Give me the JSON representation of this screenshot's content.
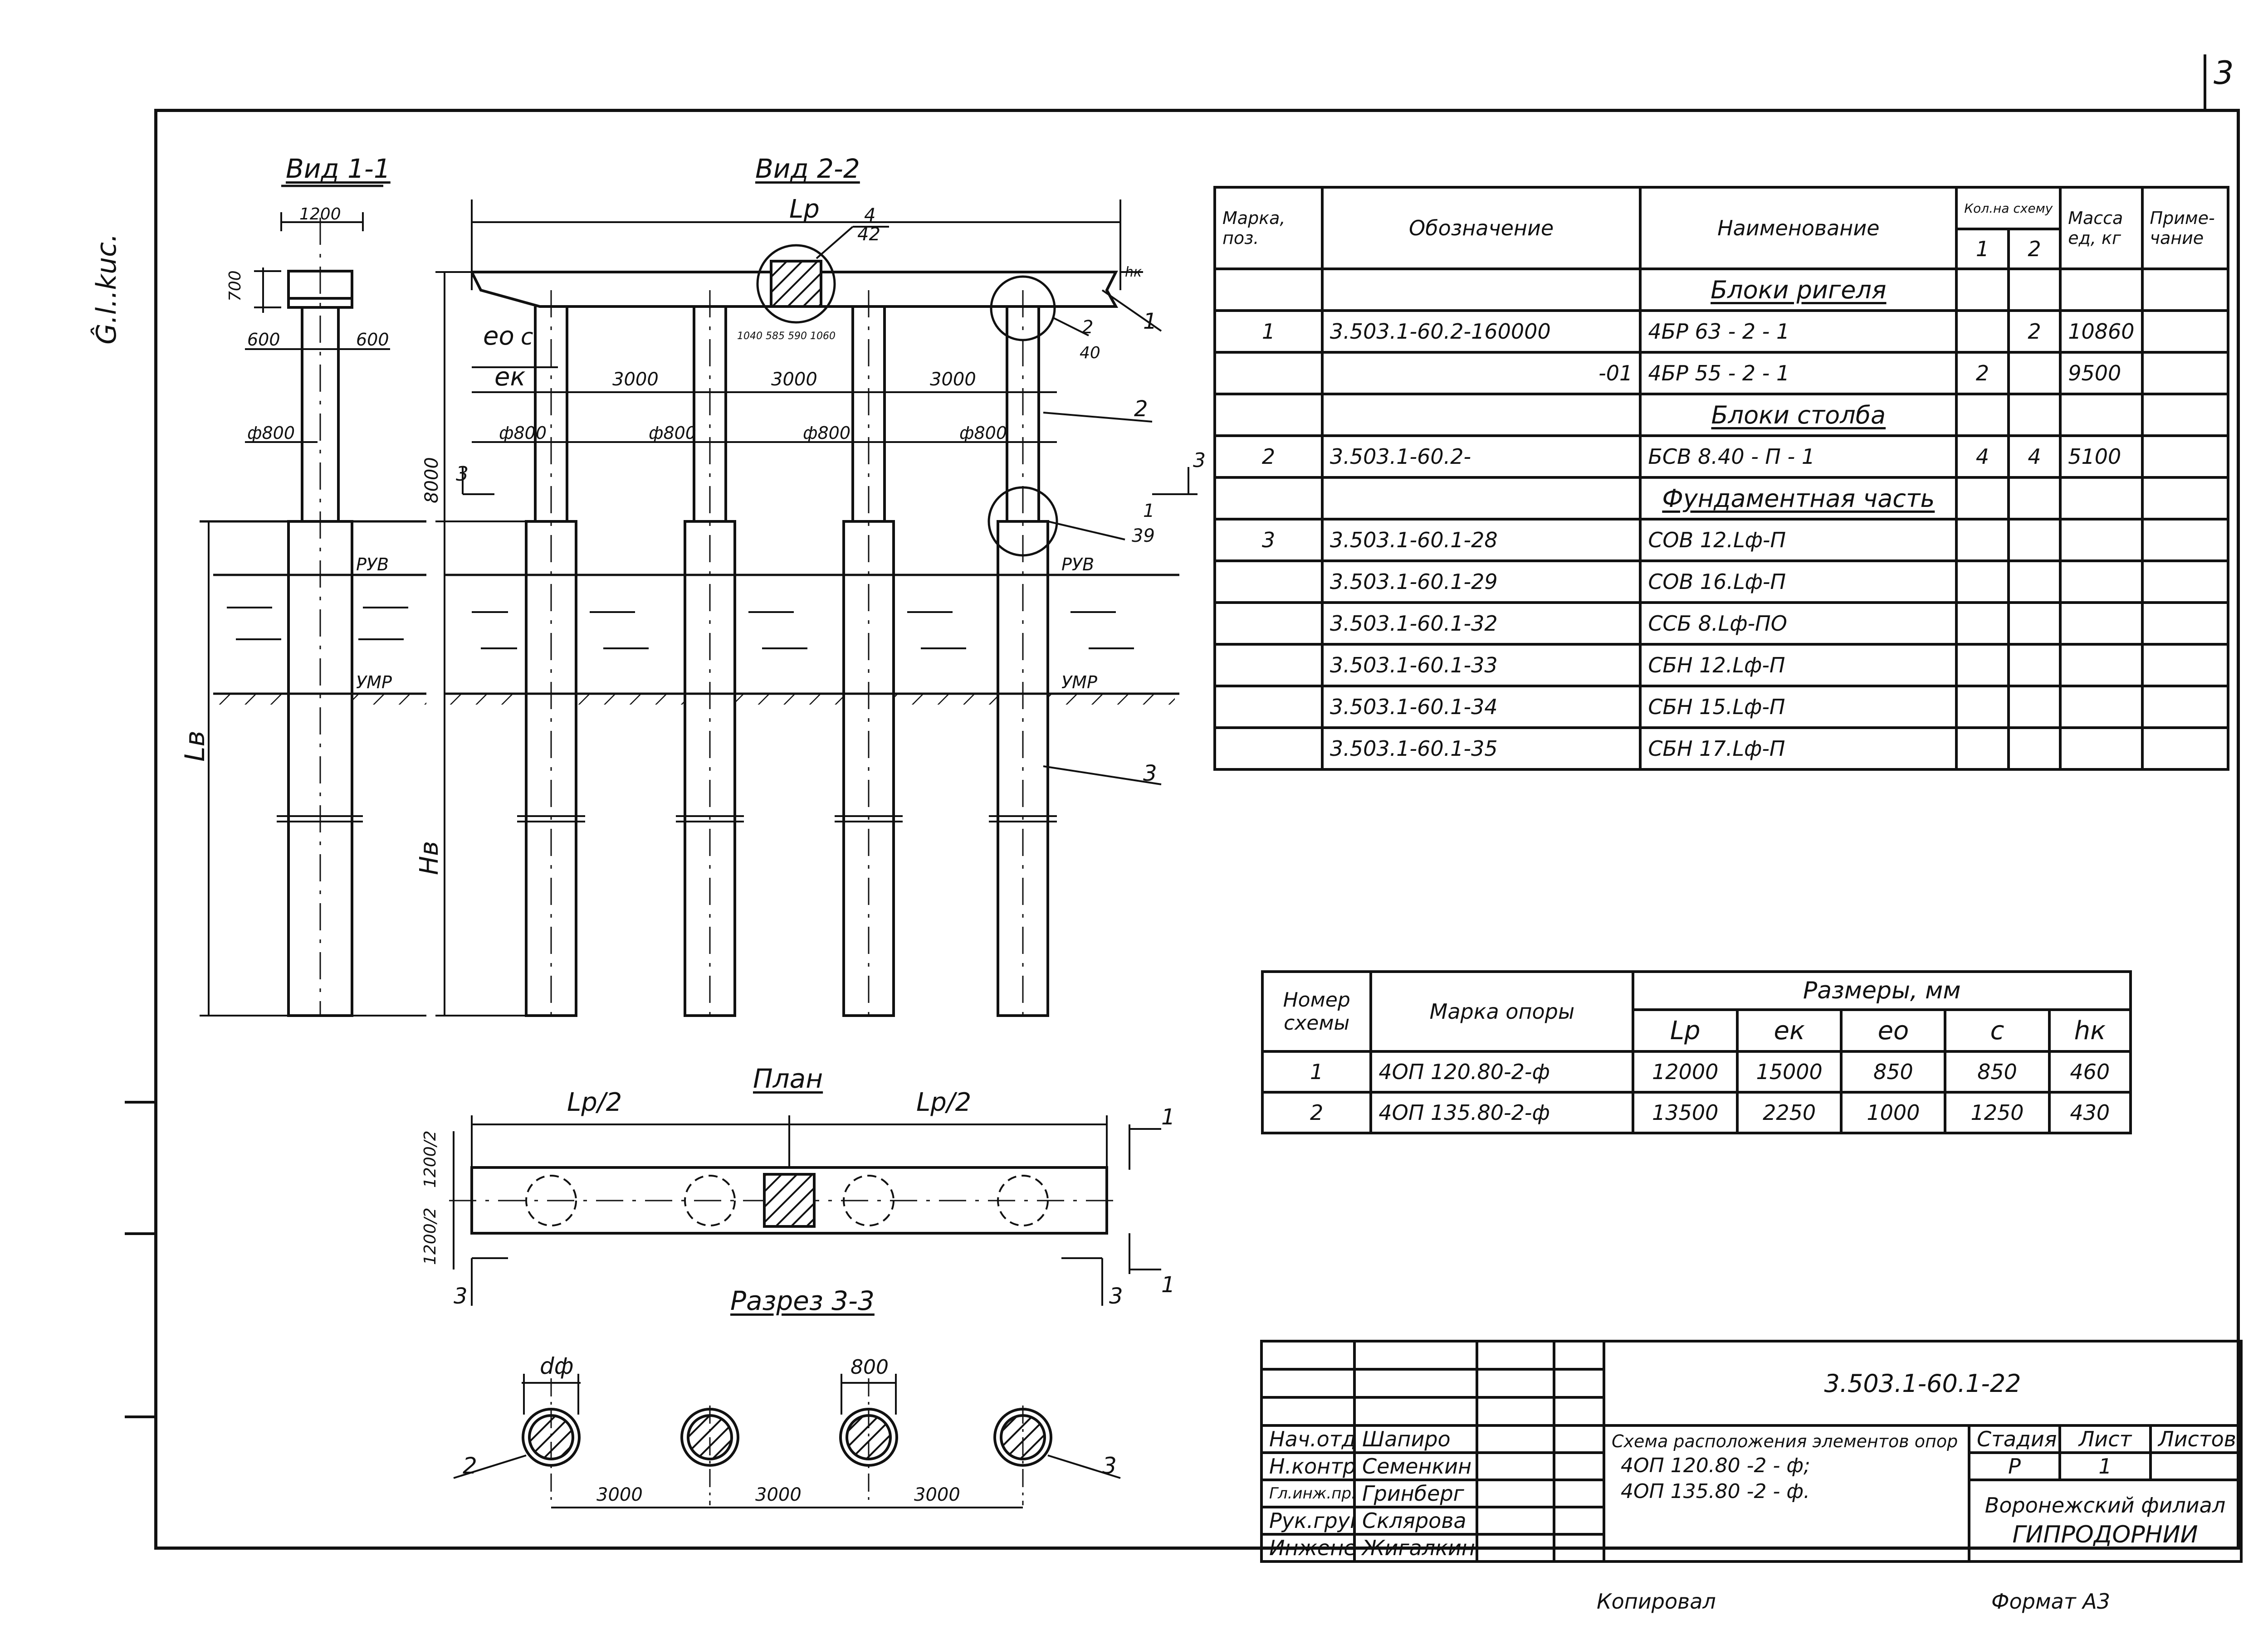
{
  "sheet": {
    "page_number": "3",
    "side_note": "Ĝ.l..kuc.",
    "bottom_copy": "Копировал",
    "bottom_format": "Формат A3"
  },
  "views": {
    "view1_title": "Вид 1-1",
    "view2_title": "Вид 2-2",
    "plan_title": "План",
    "section_title": "Разрез 3-3",
    "v1": {
      "w1200": "1200",
      "h700": "700",
      "d600a": "600",
      "d600b": "600",
      "phi": "ф800",
      "rub": "РУВ",
      "umr": "УМР",
      "lv": "Lв"
    },
    "v2": {
      "lp": "Lp",
      "eo": "eo",
      "c": "c",
      "ek": "eк",
      "s1": "3000",
      "s2": "3000",
      "s3": "3000",
      "phi1": "ф800",
      "phi2": "ф800",
      "phi3": "ф800",
      "phi4": "ф800",
      "h8000": "8000",
      "hv": "Hв",
      "rub": "РУВ",
      "umr": "УМР",
      "call_4": "4",
      "call_42": "42",
      "call_2": "2",
      "call_40": "40",
      "call_1": "1",
      "call_39": "39",
      "lead_1": "1",
      "lead_2": "2",
      "lead_3": "3",
      "hk": "hк",
      "sec3": "3",
      "sec3b": "3",
      "small_dims": "1040 585 590 1060"
    },
    "plan": {
      "lp2a": "Lp/2",
      "lp2b": "Lp/2",
      "h1200a": "1200/2",
      "h1200b": "1200/2",
      "m1a": "1",
      "m1b": "1",
      "m3a": "3",
      "m3b": "3"
    },
    "section": {
      "dphi": "dф",
      "d800": "800",
      "s1": "3000",
      "s2": "3000",
      "s3": "3000",
      "lead2": "2",
      "lead3": "3"
    }
  },
  "spec_table": {
    "headers": {
      "mark": "Марка, поз.",
      "designation": "Обозначение",
      "name": "Наименование",
      "qty": "Кол.на схему",
      "q1": "1",
      "q2": "2",
      "mass": "Масса ед, кг",
      "note": "Приме- чание"
    },
    "rows": [
      {
        "type": "section",
        "name": "Блоки ригеля"
      },
      {
        "mark": "1",
        "designation": "3.503.1-60.2-160000",
        "name": "4БР 63 - 2 - 1",
        "q1": "",
        "q2": "2",
        "mass": "10860"
      },
      {
        "mark": "",
        "designation": "-01",
        "name": "4БР 55 - 2 - 1",
        "q1": "2",
        "q2": "",
        "mass": "9500"
      },
      {
        "type": "section",
        "name": "Блоки столба"
      },
      {
        "mark": "2",
        "designation": "3.503.1-60.2-",
        "name": "БСВ 8.40 - П - 1",
        "q1": "4",
        "q2": "4",
        "mass": "5100"
      },
      {
        "type": "section",
        "name": "Фундаментная часть"
      },
      {
        "mark": "3",
        "designation": "3.503.1-60.1-28",
        "name": "СОВ 12.Lф-П",
        "q1": "",
        "q2": "",
        "mass": ""
      },
      {
        "mark": "",
        "designation": "3.503.1-60.1-29",
        "name": "СОВ 16.Lф-П",
        "q1": "",
        "q2": "",
        "mass": ""
      },
      {
        "mark": "",
        "designation": "3.503.1-60.1-32",
        "name": "ССБ 8.Lф-ПО",
        "q1": "",
        "q2": "",
        "mass": ""
      },
      {
        "mark": "",
        "designation": "3.503.1-60.1-33",
        "name": "СБН 12.Lф-П",
        "q1": "",
        "q2": "",
        "mass": ""
      },
      {
        "mark": "",
        "designation": "3.503.1-60.1-34",
        "name": "СБН 15.Lф-П",
        "q1": "",
        "q2": "",
        "mass": ""
      },
      {
        "mark": "",
        "designation": "3.503.1-60.1-35",
        "name": "СБН 17.Lф-П",
        "q1": "",
        "q2": "",
        "mass": ""
      }
    ]
  },
  "size_table": {
    "headers": {
      "scheme": "Номер схемы",
      "mark": "Марка опоры",
      "sizes": "Размеры, мм",
      "lp": "Lp",
      "ek": "eк",
      "eo": "eo",
      "c": "c",
      "hk": "hк"
    },
    "rows": [
      {
        "scheme": "1",
        "mark": "4ОП 120.80-2-ф",
        "lp": "12000",
        "ek": "15000",
        "eo": "850",
        "c": "850",
        "hk": "460"
      },
      {
        "scheme": "2",
        "mark": "4ОП 135.80-2-ф",
        "lp": "13500",
        "ek": "2250",
        "eo": "1000",
        "c": "1250",
        "hk": "430"
      }
    ]
  },
  "title_block": {
    "code": "3.503.1-60.1-22",
    "title_l1": "Схема расположения элементов опор",
    "title_l2": "4ОП 120.80 -2 - ф;",
    "title_l3": "4ОП 135.80 -2 - ф.",
    "stage_label": "Стадия",
    "sheet_label": "Лист",
    "sheets_label": "Листов",
    "stage": "Р",
    "sheet": "1",
    "sheets": "",
    "org_l1": "Воронежский филиал",
    "org_l2": "ГИПРОДОРНИИ",
    "people": [
      {
        "role": "Нач.отд.",
        "name": "Шапиро"
      },
      {
        "role": "Н.контр.",
        "name": "Семенкин"
      },
      {
        "role": "Гл.инж.пр.",
        "name": "Гринберг"
      },
      {
        "role": "Рук.груп.",
        "name": "Склярова"
      },
      {
        "role": "Инженер",
        "name": "Жигалкина"
      }
    ]
  }
}
